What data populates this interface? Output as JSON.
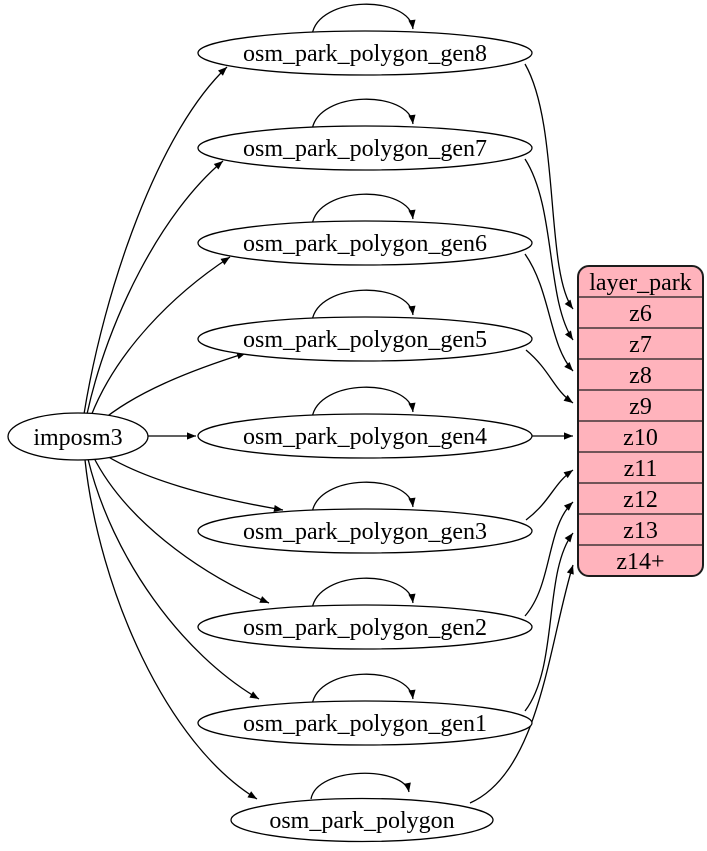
{
  "diagram": {
    "kind": "graphviz-digraph",
    "background_color": "#ffffff",
    "edge_color": "#000000",
    "node_fill": "#ffffff",
    "node_stroke": "#000000"
  },
  "source_node": {
    "label": "imposm3"
  },
  "table_nodes": [
    {
      "label": "osm_park_polygon_gen8"
    },
    {
      "label": "osm_park_polygon_gen7"
    },
    {
      "label": "osm_park_polygon_gen6"
    },
    {
      "label": "osm_park_polygon_gen5"
    },
    {
      "label": "osm_park_polygon_gen4"
    },
    {
      "label": "osm_park_polygon_gen3"
    },
    {
      "label": "osm_park_polygon_gen2"
    },
    {
      "label": "osm_park_polygon_gen1"
    },
    {
      "label": "osm_park_polygon"
    }
  ],
  "layer_table": {
    "title": "layer_park",
    "fill": "#ffb3bc",
    "rows": [
      "z6",
      "z7",
      "z8",
      "z9",
      "z10",
      "z11",
      "z12",
      "z13",
      "z14+"
    ]
  },
  "edges": [
    {
      "from": "imposm3",
      "to": "osm_park_polygon_gen8"
    },
    {
      "from": "imposm3",
      "to": "osm_park_polygon_gen7"
    },
    {
      "from": "imposm3",
      "to": "osm_park_polygon_gen6"
    },
    {
      "from": "imposm3",
      "to": "osm_park_polygon_gen5"
    },
    {
      "from": "imposm3",
      "to": "osm_park_polygon_gen4"
    },
    {
      "from": "imposm3",
      "to": "osm_park_polygon_gen3"
    },
    {
      "from": "imposm3",
      "to": "osm_park_polygon_gen2"
    },
    {
      "from": "imposm3",
      "to": "osm_park_polygon_gen1"
    },
    {
      "from": "imposm3",
      "to": "osm_park_polygon"
    },
    {
      "from": "osm_park_polygon_gen8",
      "to": "osm_park_polygon_gen8",
      "type": "self-loop"
    },
    {
      "from": "osm_park_polygon_gen7",
      "to": "osm_park_polygon_gen7",
      "type": "self-loop"
    },
    {
      "from": "osm_park_polygon_gen6",
      "to": "osm_park_polygon_gen6",
      "type": "self-loop"
    },
    {
      "from": "osm_park_polygon_gen5",
      "to": "osm_park_polygon_gen5",
      "type": "self-loop"
    },
    {
      "from": "osm_park_polygon_gen4",
      "to": "osm_park_polygon_gen4",
      "type": "self-loop"
    },
    {
      "from": "osm_park_polygon_gen3",
      "to": "osm_park_polygon_gen3",
      "type": "self-loop"
    },
    {
      "from": "osm_park_polygon_gen2",
      "to": "osm_park_polygon_gen2",
      "type": "self-loop"
    },
    {
      "from": "osm_park_polygon_gen1",
      "to": "osm_park_polygon_gen1",
      "type": "self-loop"
    },
    {
      "from": "osm_park_polygon",
      "to": "osm_park_polygon",
      "type": "self-loop"
    },
    {
      "from": "osm_park_polygon_gen8",
      "to": "layer_park:z6"
    },
    {
      "from": "osm_park_polygon_gen7",
      "to": "layer_park:z7"
    },
    {
      "from": "osm_park_polygon_gen6",
      "to": "layer_park:z8"
    },
    {
      "from": "osm_park_polygon_gen5",
      "to": "layer_park:z9"
    },
    {
      "from": "osm_park_polygon_gen4",
      "to": "layer_park:z10"
    },
    {
      "from": "osm_park_polygon_gen3",
      "to": "layer_park:z11"
    },
    {
      "from": "osm_park_polygon_gen2",
      "to": "layer_park:z12"
    },
    {
      "from": "osm_park_polygon_gen1",
      "to": "layer_park:z13"
    },
    {
      "from": "osm_park_polygon",
      "to": "layer_park:z14+"
    }
  ]
}
